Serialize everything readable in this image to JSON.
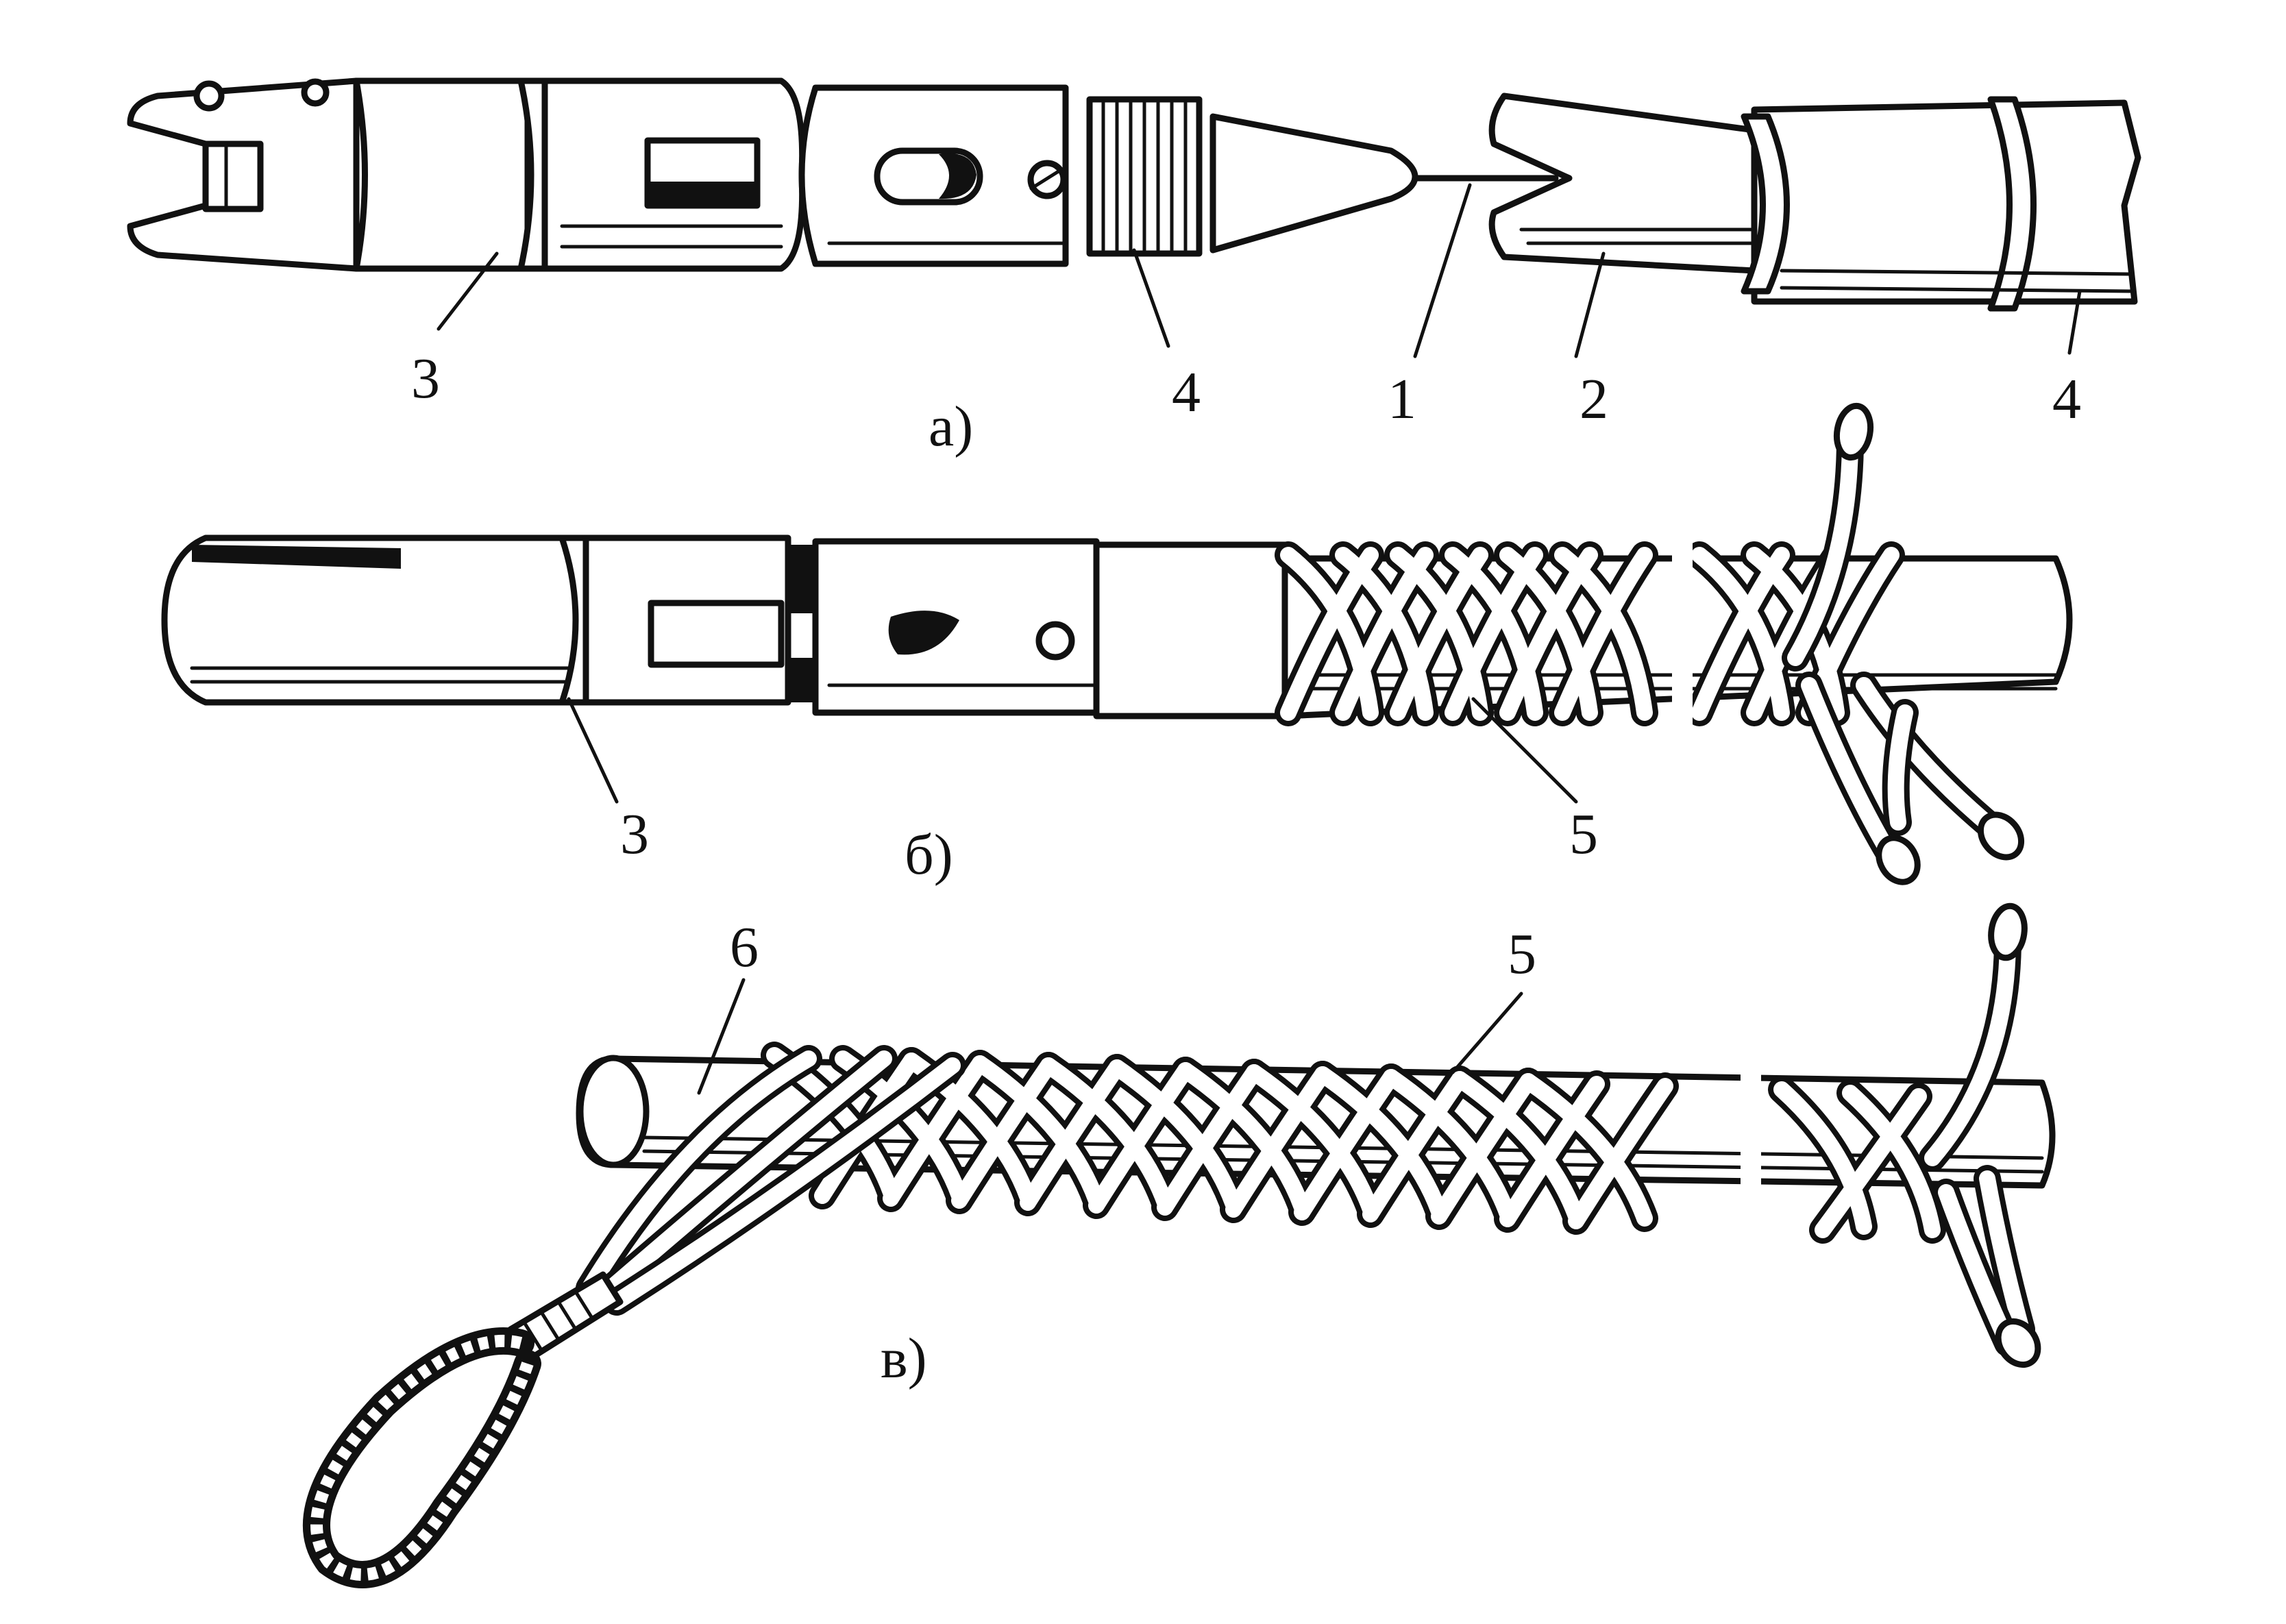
{
  "captions": {
    "a": "а)",
    "b": "б)",
    "c": "в)"
  },
  "labels": {
    "a": [
      "3",
      "4",
      "1",
      "2",
      "4"
    ],
    "b": [
      "3",
      "5"
    ],
    "c": [
      "6",
      "5"
    ]
  },
  "colors": {
    "ink": "#111111",
    "paper": "#ffffff"
  }
}
